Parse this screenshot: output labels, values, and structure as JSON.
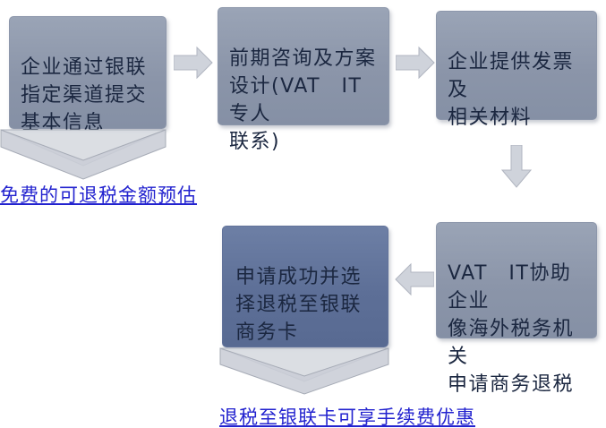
{
  "flow": {
    "boxes": [
      {
        "label": "企业通过银联\n指定渠道提交\n基本信息"
      },
      {
        "label": "前期咨询及方案\n设计(VAT　IT专人\n联系)"
      },
      {
        "label": "企业提供发票及\n相关材料"
      },
      {
        "label": "VAT　IT协助企业\n像海外税务机关\n申请商务退税"
      },
      {
        "label": "申请成功并选\n择退税至银联\n商务卡"
      }
    ],
    "captions": [
      {
        "label": "免费的可退税金额预估"
      },
      {
        "label": "退税至银联卡可享手续费优惠"
      }
    ]
  },
  "colors": {
    "box_fill": "#8b95a9",
    "box_fill_dark": "#5d6f97",
    "arrow_fill": "#cfd3db",
    "chevron_fill": "#c9cdd6",
    "box_text": "#1b2740",
    "caption_text": "#2323cf"
  }
}
